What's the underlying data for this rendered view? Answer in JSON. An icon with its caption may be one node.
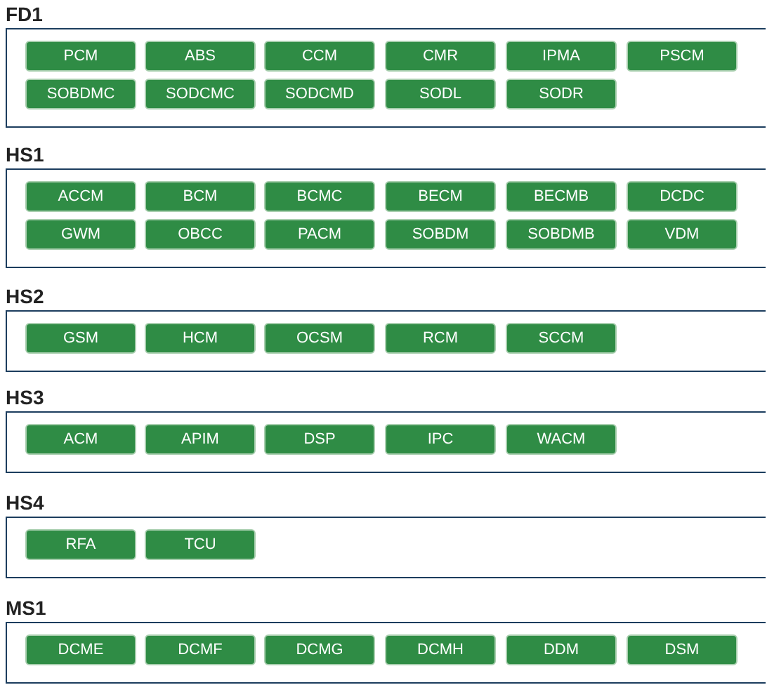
{
  "diagram": {
    "nodes": [
      {
        "text": [
          "FD1"
        ]
      },
      {
        "text": [
          "PCM"
        ],
        "in": 0
      },
      {
        "text": [
          "ABS"
        ],
        "in": 0
      },
      {
        "text": [
          "CCM"
        ],
        "in": 0
      },
      {
        "text": [
          "CMR"
        ],
        "in": 0
      },
      {
        "text": [
          "IPMA"
        ],
        "in": 0
      },
      {
        "text": [
          "PSCM"
        ],
        "in": 0
      },
      {
        "text": [
          "SOBDMC"
        ],
        "in": 0
      },
      {
        "text": [
          "SODCMC"
        ],
        "in": 0
      },
      {
        "text": [
          "SODCMD"
        ],
        "in": 0
      },
      {
        "text": [
          "SODL"
        ],
        "in": 0
      },
      {
        "text": [
          "SODR"
        ],
        "in": 0
      },
      {
        "text": [
          "HS1"
        ]
      },
      {
        "text": [
          "ACCM"
        ],
        "in": 12
      },
      {
        "text": [
          "BCM"
        ],
        "in": 12
      },
      {
        "text": [
          "BCMC"
        ],
        "in": 12
      },
      {
        "text": [
          "BECM"
        ],
        "in": 12
      },
      {
        "text": [
          "BECMB"
        ],
        "in": 12
      },
      {
        "text": [
          "DCDC"
        ],
        "in": 12
      },
      {
        "text": [
          "GWM"
        ],
        "in": 12
      },
      {
        "text": [
          "OBCC"
        ],
        "in": 12
      },
      {
        "text": [
          "PACM"
        ],
        "in": 12
      },
      {
        "text": [
          "SOBDM"
        ],
        "in": 12
      },
      {
        "text": [
          "SOBDMB"
        ],
        "in": 12
      },
      {
        "text": [
          "VDM"
        ],
        "in": 12
      },
      {
        "text": [
          "HS2"
        ]
      },
      {
        "text": [
          "GSM"
        ],
        "in": 25
      },
      {
        "text": [
          "HCM"
        ],
        "in": 25
      },
      {
        "text": [
          "OCSM"
        ],
        "in": 25
      },
      {
        "text": [
          "RCM"
        ],
        "in": 25
      },
      {
        "text": [
          "SCCM"
        ],
        "in": 25
      },
      {
        "text": [
          "HS3"
        ]
      },
      {
        "text": [
          "ACM"
        ],
        "in": 31
      },
      {
        "text": [
          "APIM"
        ],
        "in": 31
      },
      {
        "text": [
          "DSP"
        ],
        "in": 31
      },
      {
        "text": [
          "IPC"
        ],
        "in": 31
      },
      {
        "text": [
          "WACM"
        ],
        "in": 31
      },
      {
        "text": [
          "HS4"
        ]
      },
      {
        "text": [
          "RFA"
        ],
        "in": 37
      },
      {
        "text": [
          "TCU"
        ],
        "in": 37
      },
      {
        "text": [
          "MS1"
        ]
      },
      {
        "text": [
          "DCME"
        ],
        "in": 40
      },
      {
        "text": [
          "DCMF"
        ],
        "in": 40
      },
      {
        "text": [
          "DCMG"
        ],
        "in": 40
      },
      {
        "text": [
          "DCMH"
        ],
        "in": 40
      },
      {
        "text": [
          "DDM"
        ],
        "in": 40
      },
      {
        "text": [
          "DSM"
        ],
        "in": 40
      }
    ]
  }
}
